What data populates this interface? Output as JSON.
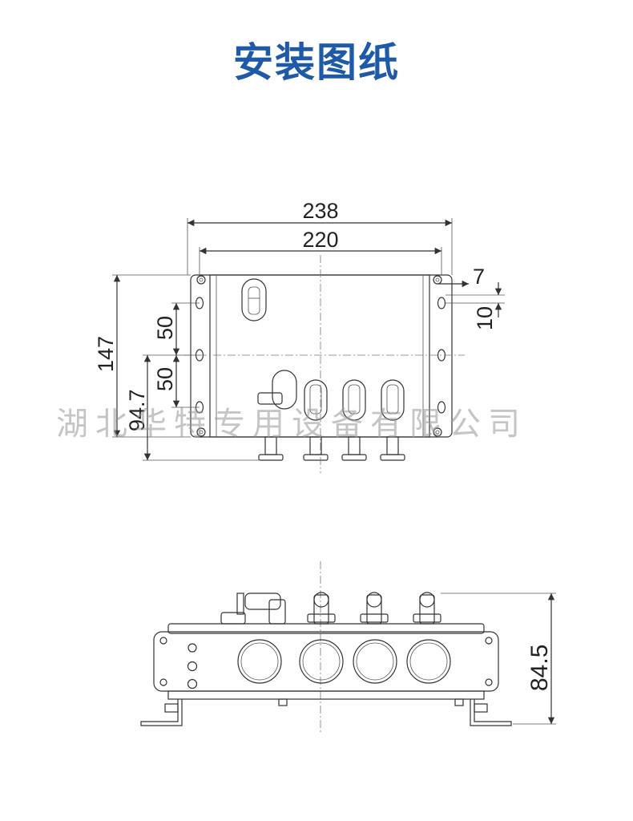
{
  "title": "安装图纸",
  "title_color": "#1e5aa8",
  "watermark": "湖北华特专用设备有限公司",
  "dimensions": {
    "width_overall": "238",
    "width_holes": "220",
    "hole_offset_x": "7",
    "hole_offset_y": "10",
    "height_overall": "147",
    "hole_spacing_upper": "50",
    "hole_spacing_lower": "50",
    "height_lower": "94.7",
    "side_height": "84.5"
  }
}
